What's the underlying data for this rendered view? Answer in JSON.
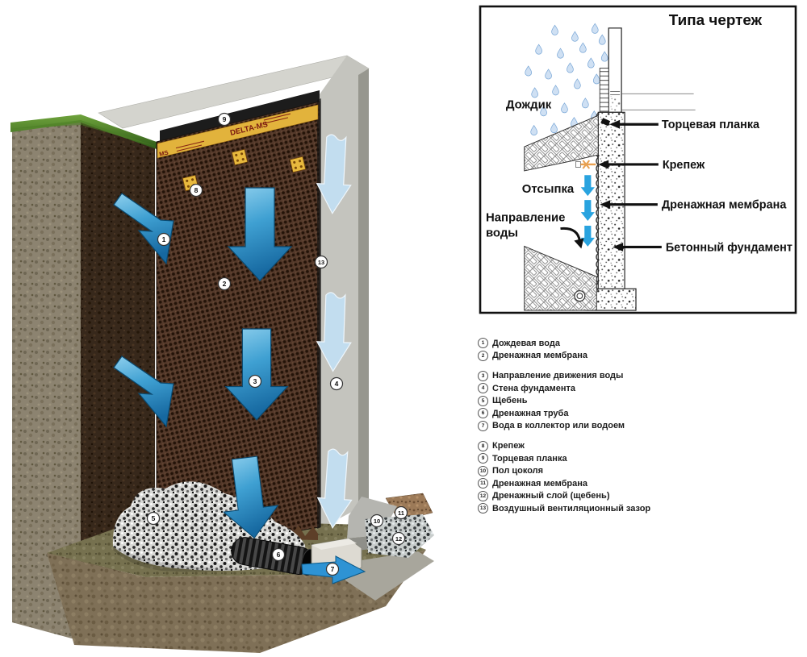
{
  "illustration": {
    "brand_label": "DELTA-MS",
    "brand_label_left": "MS",
    "markers": [
      {
        "num": "1"
      },
      {
        "num": "2"
      },
      {
        "num": "3"
      },
      {
        "num": "4"
      },
      {
        "num": "5"
      },
      {
        "num": "6"
      },
      {
        "num": "7"
      },
      {
        "num": "8"
      },
      {
        "num": "9"
      },
      {
        "num": "10"
      },
      {
        "num": "11"
      },
      {
        "num": "12"
      },
      {
        "num": "13"
      }
    ]
  },
  "schematic": {
    "title": "Типа чертеж",
    "rain_label": "Дождик",
    "backfill_label": "Отсыпка",
    "water_dir_line1": "Направление",
    "water_dir_line2": "воды",
    "callouts": {
      "end_strip": "Торцевая планка",
      "fastener": "Крепеж",
      "membrane": "Дренажная мембрана",
      "foundation": "Бетонный фундамент"
    }
  },
  "legend": {
    "groups": [
      {
        "items": [
          {
            "num": "1",
            "label": "Дождевая вода"
          },
          {
            "num": "2",
            "label": "Дренажная мембрана"
          }
        ]
      },
      {
        "items": [
          {
            "num": "3",
            "label": "Направление движения воды"
          },
          {
            "num": "4",
            "label": "Стена фундамента"
          },
          {
            "num": "5",
            "label": "Щебень"
          },
          {
            "num": "6",
            "label": "Дренажная труба"
          },
          {
            "num": "7",
            "label": "Вода в коллектор или водоем"
          }
        ]
      },
      {
        "items": [
          {
            "num": "8",
            "label": "Крепеж"
          },
          {
            "num": "9",
            "label": "Торцевая планка"
          },
          {
            "num": "10",
            "label": "Пол цоколя"
          },
          {
            "num": "11",
            "label": "Дренажная мембрана"
          },
          {
            "num": "12",
            "label": "Дренажный слой (щебень)"
          },
          {
            "num": "13",
            "label": "Воздушный вентиляционный зазор"
          }
        ]
      }
    ]
  },
  "colors": {
    "membrane_brown": "#54392a",
    "accent_blue": "#2e93d4",
    "label_yellow": "#e2b33c",
    "concrete_gray": "#c4c4be"
  }
}
